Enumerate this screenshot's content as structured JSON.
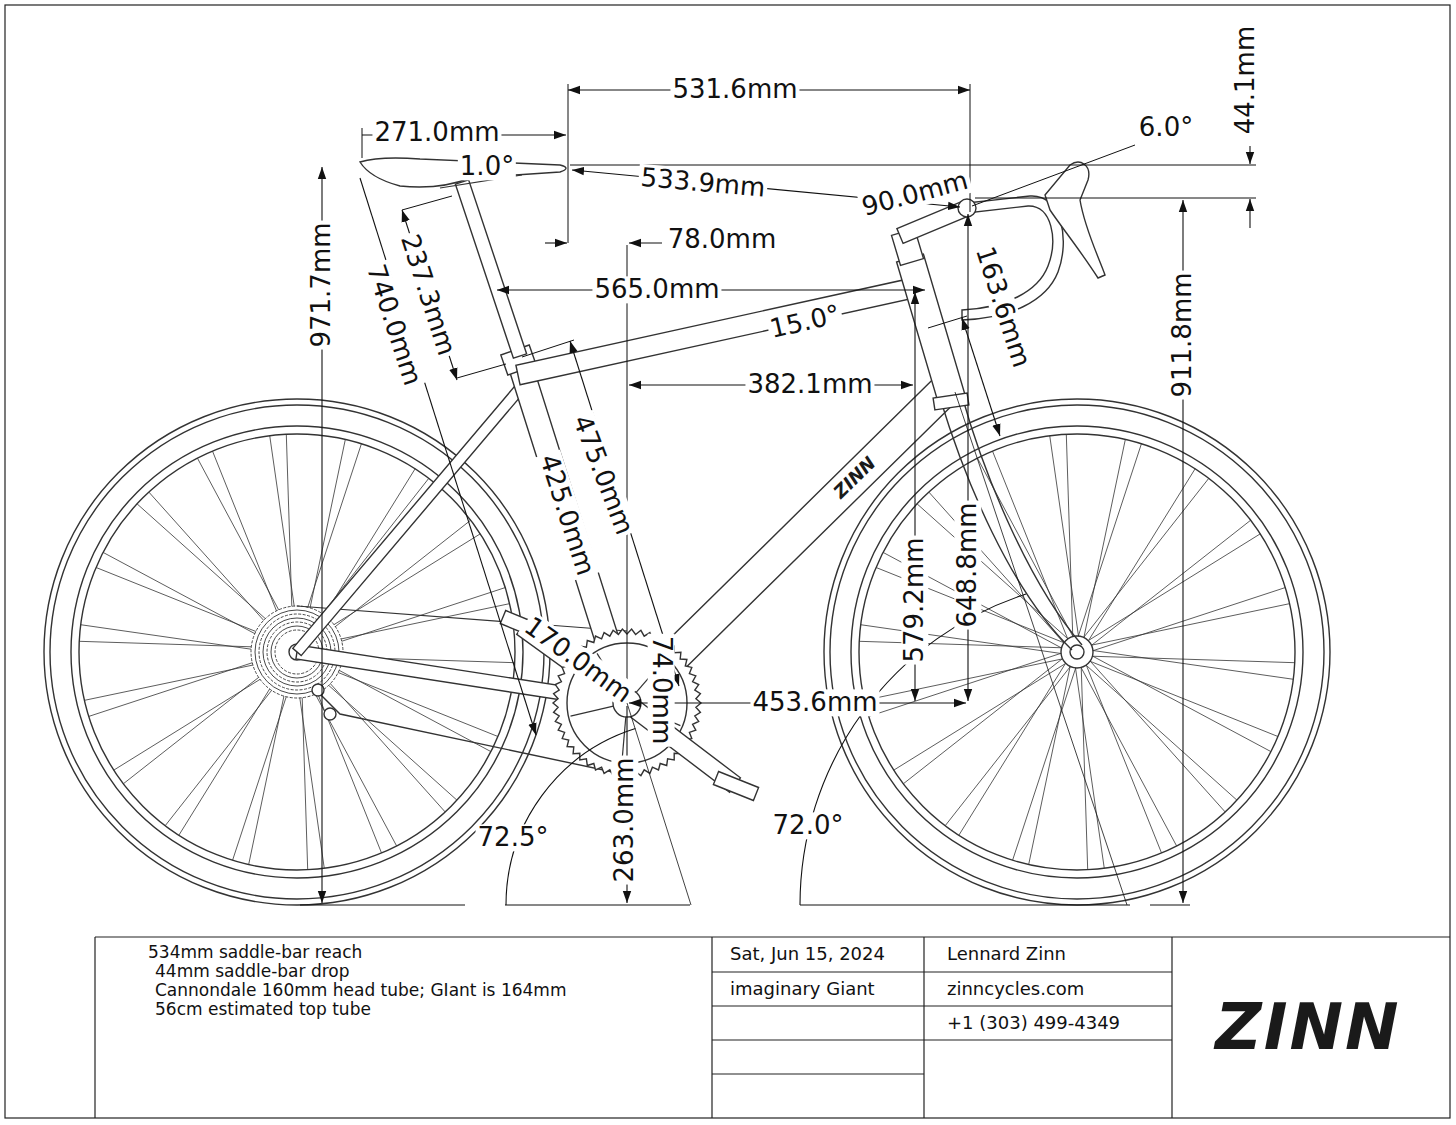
{
  "diagram": {
    "labels": [
      "531.6mm",
      "44.1mm",
      "271.0mm",
      "6.0°",
      "1.0°",
      "533.9mm",
      "90.0mm",
      "78.0mm",
      "237.3mm",
      "740.0mm",
      "971.7mm",
      "565.0mm",
      "163.6mm",
      "15.0°",
      "911.8mm",
      "382.1mm",
      "475.0mm",
      "425.0mm",
      "ZINN",
      "579.2mm",
      "648.8mm",
      "170.0mm",
      "74.0mm",
      "453.6mm",
      "263.0mm",
      "72.5°",
      "72.0°",
      "534mm saddle-bar reach",
      "44mm saddle-bar drop",
      "Cannondale 160mm head tube; GIant is 164mm",
      "56cm estimated top tube",
      "Sat, Jun 15, 2024",
      "imaginary Giant",
      "Lennard Zinn",
      "zinncycles.com",
      "+1 (303) 499-4349",
      "ZINN"
    ]
  }
}
